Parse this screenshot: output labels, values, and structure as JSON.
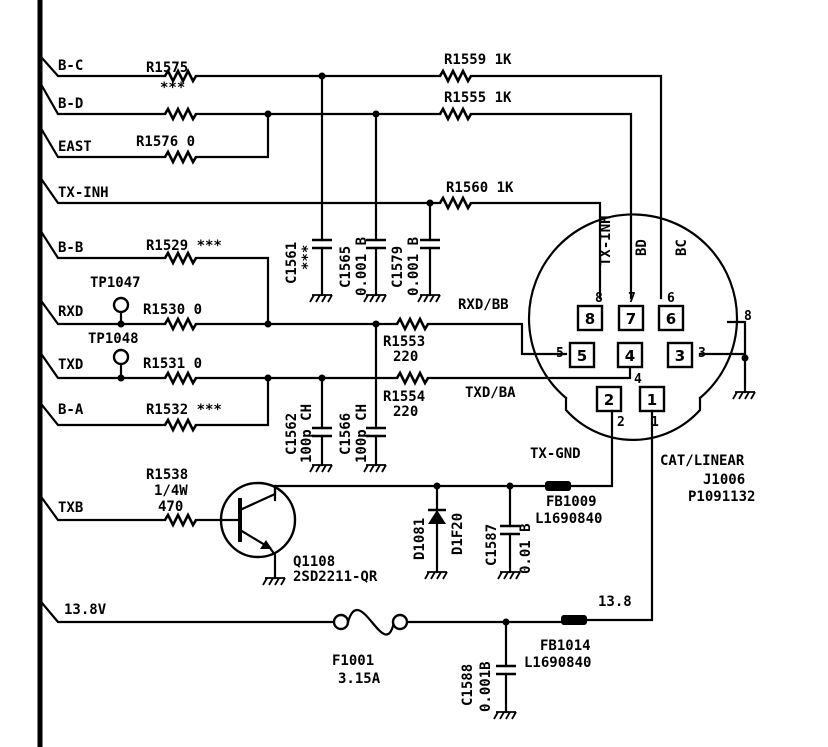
{
  "signals": {
    "bc": "B-C",
    "bd": "B-D",
    "east": "EAST",
    "txinh": "TX-INH",
    "bb": "B-B",
    "rxd": "RXD",
    "txd": "TXD",
    "ba": "B-A",
    "txb": "TXB",
    "v138": "13.8V"
  },
  "resistors": {
    "r1575": "R1575",
    "r1575_val": "***",
    "r1559": "R1559 1K",
    "r1555": "R1555 1K",
    "r1576": "R1576 0",
    "r1560": "R1560 1K",
    "r1529": "R1529 ***",
    "r1530": "R1530  0",
    "r1531": "R1531  0",
    "r1532": "R1532 ***",
    "r1553": "R1553",
    "r1553_val": "220",
    "r1554": "R1554",
    "r1554_val": "220",
    "r1538": "R1538",
    "r1538_pw": "1/4W",
    "r1538_val": "470"
  },
  "capacitors": {
    "c1561": "C1561",
    "c1561_val": "***",
    "c1565": "C1565",
    "c1565_val": "0.001 B",
    "c1579": "C1579",
    "c1579_val": "0.001 B",
    "c1562": "C1562",
    "c1562_val": "100p CH",
    "c1566": "C1566",
    "c1566_val": "100p CH",
    "c1587": "C1587",
    "c1587_val": "0.01 B",
    "c1588": "C1588",
    "c1588_val": "0.001B"
  },
  "test_points": {
    "tp1047": "TP1047",
    "tp1048": "TP1048"
  },
  "connector": {
    "name": "CAT/LINEAR",
    "ref": "J1006",
    "part": "P1091132",
    "pin_labels": {
      "txinh": "TX-INH",
      "bd": "BD",
      "bc": "BC",
      "rxdbb": "RXD/BB",
      "txdba": "TXD/BA",
      "txgnd": "TX-GND"
    },
    "pins": {
      "p1": "1",
      "p2": "2",
      "p3": "3",
      "p4": "4",
      "p5": "5",
      "p6": "6",
      "p7": "7",
      "p8": "8"
    }
  },
  "ferrites": {
    "fb1009": "FB1009",
    "fb1009_part": "L1690840",
    "fb1014": "FB1014",
    "fb1014_part": "L1690840"
  },
  "semis": {
    "d1081": "D1081",
    "d1081_type": "D1F20",
    "q1108": "Q1108",
    "q1108_type": "2SD2211-QR"
  },
  "fuse": {
    "ref": "F1001",
    "val": "3.15A"
  },
  "rail_label": "13.8"
}
